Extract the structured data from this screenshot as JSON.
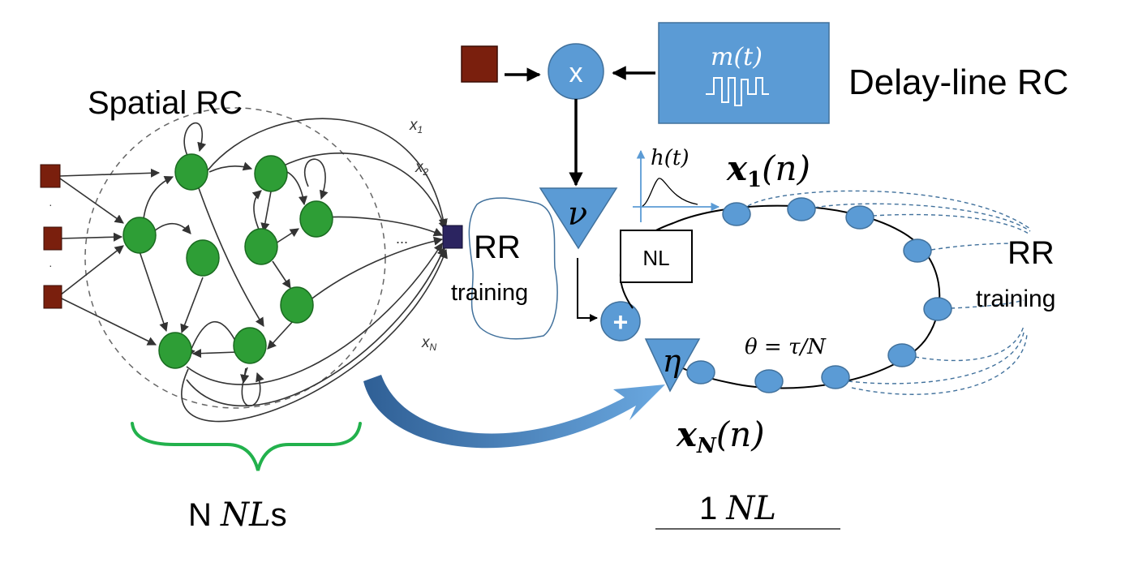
{
  "spatial": {
    "title": "Spatial RC",
    "x1_label": "x",
    "x1_sub": "1",
    "x2_label": "x",
    "x2_sub": "2",
    "xn_label": "x",
    "xn_sub": "N",
    "dots": "...",
    "rr_label": "RR",
    "training_label": "training",
    "count_prefix": "N ",
    "count_nl": "NL",
    "count_suffix": "s"
  },
  "delay": {
    "title": "Delay-line RC",
    "mask_label": "m(t)",
    "multiply_symbol": "x",
    "nu_symbol": "ν",
    "plus_symbol": "+",
    "eta_symbol": "η",
    "impulse_label": "h(t)",
    "nl_box": "NL",
    "x1_main": "x",
    "x1_sub": "1",
    "x1_arg": "(n)",
    "xn_main": "x",
    "xn_sub": "N",
    "xn_arg": "(n)",
    "theta": "θ = τ/N",
    "rr_label": "RR",
    "training_label": "training",
    "count_prefix": "1 ",
    "count_nl": "NL"
  },
  "colors": {
    "input_node": "#7a1f0d",
    "reservoir_node": "#2e9e36",
    "readout_node": "#2b2460",
    "delay_blue": "#5b9bd5",
    "delay_blue_dark": "#41719c",
    "brace_green": "#22b14c"
  }
}
